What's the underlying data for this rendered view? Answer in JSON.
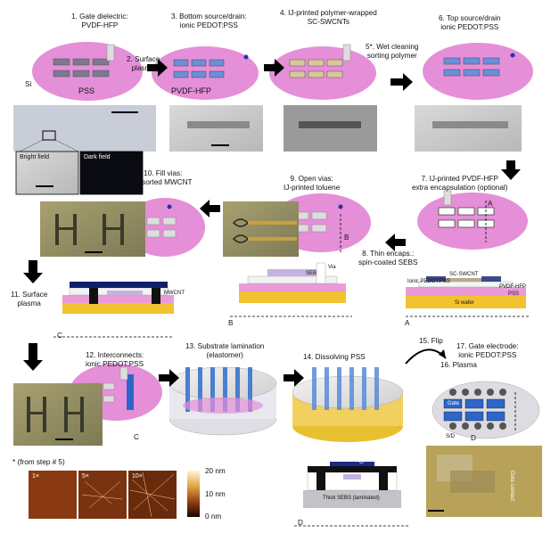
{
  "steps": {
    "s1": [
      "1. Gate dielectric:",
      "PVDF-HFP"
    ],
    "s2": [
      "2. Surface",
      "plasma"
    ],
    "s3": [
      "3. Bottom source/drain:",
      "ionic PEDOT:PSS"
    ],
    "s4": [
      "4. IJ-printed polymer-wrapped",
      "SC-SWCNTs"
    ],
    "s5": [
      "5*. Wet cleaning",
      "sorting polymer"
    ],
    "s6": [
      "6. Top source/drain",
      "ionic PEDOT:PSS"
    ],
    "s7": [
      "7. IJ-printed PVDF-HFP",
      "extra encapsulation (optional)"
    ],
    "s8": [
      "8. Thin encaps.:",
      "spin-coated SEBS"
    ],
    "s9": [
      "9. Open vias:",
      "IJ-printed toluene"
    ],
    "s10": [
      "10. Fill vias:",
      "unsorted MWCNT"
    ],
    "s11": [
      "11. Surface",
      "plasma"
    ],
    "s12": [
      "12. Interconnects:",
      "ionic PEDOT:PSS"
    ],
    "s13": [
      "13. Substrate lamination",
      "(elastomer)"
    ],
    "s14": "14. Dissolving PSS",
    "s15": "15. Flip",
    "s16": "16. Plasma",
    "s17": [
      "17. Gate electrode:",
      "ionic PEDOT:PSS"
    ]
  },
  "labels": {
    "si": "Si",
    "pss": "PSS",
    "pvdf": "PVDF-HFP",
    "bright": "Bright field",
    "dark": "Dark field",
    "a": "A",
    "b": "B",
    "c": "C",
    "d": "D",
    "via": "Via",
    "seb": "SEB",
    "ionic_pedot": "Ionic PEDOT:PSS",
    "sc_swcnt": "SC-SWCNT",
    "pvdf_hfp_small": "PVDF-HFP",
    "pss_small": "PSS",
    "si_wafer": "Si wafer",
    "mwcnt": "MWCNT",
    "thick_sebs": "Thick SEBS (laminated)",
    "gate": "Gate",
    "sd": "S/D",
    "d_lbl": "D",
    "g_lbl": "G",
    "gate_contact": "Gate contact"
  },
  "afm": {
    "note": "* (from step # 5)",
    "panels": [
      "1×",
      "5×",
      "10×"
    ],
    "scale": [
      "20 nm",
      "10 nm",
      "0 nm"
    ]
  }
}
